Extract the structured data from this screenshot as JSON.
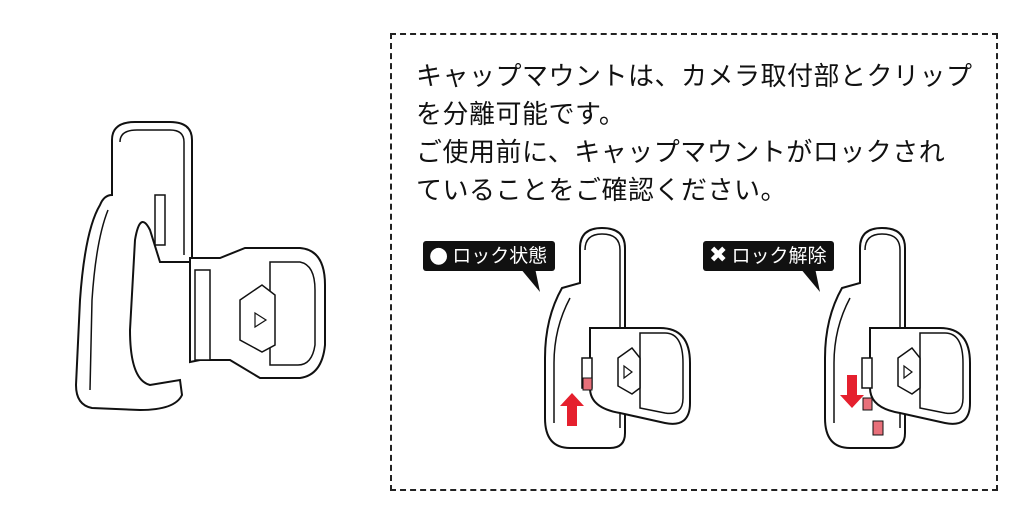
{
  "instructions": {
    "lines": [
      "キャップマウントは、カメラ取付部とクリップ",
      "を分離可能です。",
      "ご使用前に、キャップマウントがロックされ",
      "ていることをご確認ください。"
    ]
  },
  "locked": {
    "symbol": "●",
    "label": "ロック状態"
  },
  "unlocked": {
    "symbol": "✖",
    "label": "ロック解除"
  },
  "colors": {
    "arrow": "#e5202e",
    "lock_part": "#e8707a",
    "line": "#111111"
  }
}
